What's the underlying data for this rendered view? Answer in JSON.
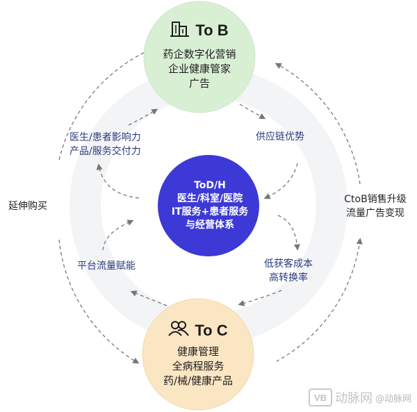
{
  "top_node": {
    "title": "To B",
    "lines": [
      "药企数字化营销",
      "企业健康管家",
      "广告"
    ],
    "icon": "building-icon",
    "fill": "#d9efd4"
  },
  "bottom_node": {
    "title": "To C",
    "lines": [
      "健康管理",
      "全病程服务",
      "药/械/健康产品"
    ],
    "icon": "people-icon",
    "fill": "#fbe6c4"
  },
  "center_node": {
    "lines": [
      "ToD/H",
      "医生/科室/医院",
      "IT服务+患者服务",
      "与经营体系"
    ],
    "fill": "#3c39d6"
  },
  "labels": {
    "upper_left": [
      "医生/患者影响力",
      "产品/服务交付力"
    ],
    "upper_right": [
      "供应链优势"
    ],
    "lower_left": [
      "平台流量赋能"
    ],
    "lower_right": [
      "低获客成本",
      "高转换率"
    ],
    "left": [
      "延伸购买"
    ],
    "right": [
      "CtoB销售升级",
      "流量广告变现"
    ]
  },
  "watermark": {
    "badge": "VB",
    "brand": "动脉网",
    "caption": "@动脉网"
  },
  "colors": {
    "label_blue": "#2b3b7d",
    "arrow_gray": "#777777",
    "ring": "#f2f3f5"
  }
}
